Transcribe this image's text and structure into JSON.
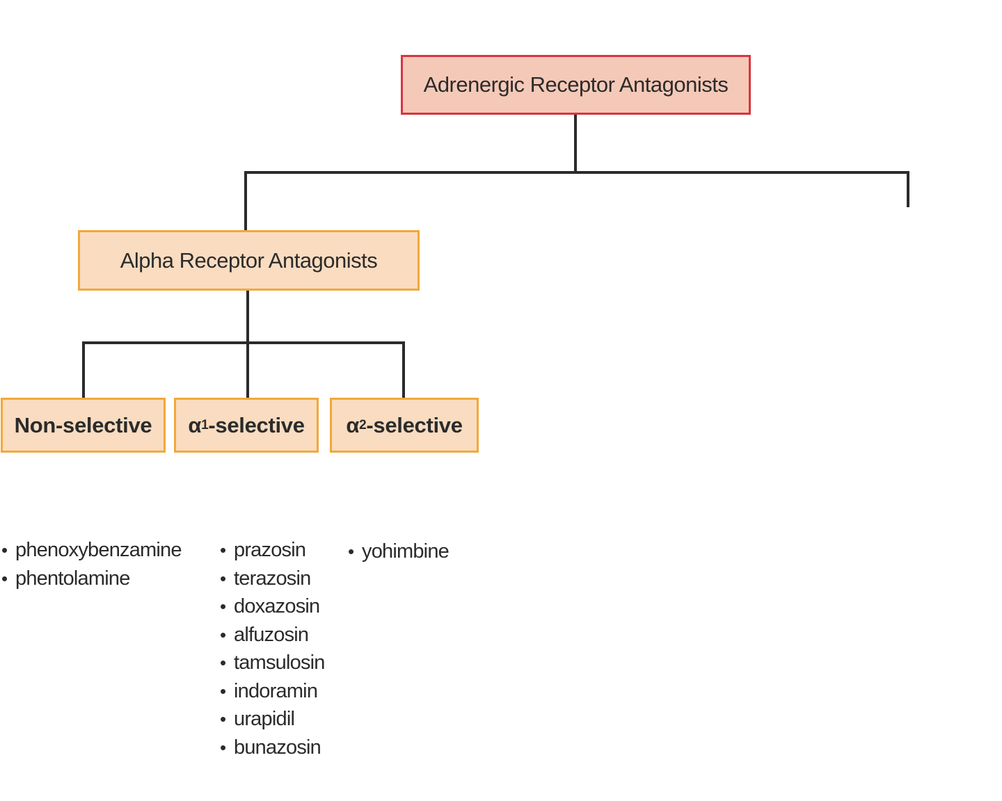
{
  "root": {
    "label": "Adrenergic Receptor Antagonists"
  },
  "alpha": {
    "label": "Alpha Receptor Antagonists"
  },
  "classes": [
    {
      "symbol": "",
      "subscript": "",
      "label": "Non-selective",
      "drugs": [
        "phenoxybenzamine",
        "phentolamine"
      ]
    },
    {
      "symbol": "α",
      "subscript": "1",
      "label": "-selective",
      "drugs": [
        "prazosin",
        "terazosin",
        "doxazosin",
        "alfuzosin",
        "tamsulosin",
        "indoramin",
        "urapidil",
        "bunazosin"
      ]
    },
    {
      "symbol": "α",
      "subscript": "2",
      "label": "-selective",
      "drugs": [
        "yohimbine"
      ]
    }
  ],
  "colors": {
    "root_fill": "#f5c9b8",
    "root_border": "#d8343e",
    "node_fill": "#fadcc0",
    "node_border": "#f0a93b",
    "connector": "#2b2b2b"
  }
}
